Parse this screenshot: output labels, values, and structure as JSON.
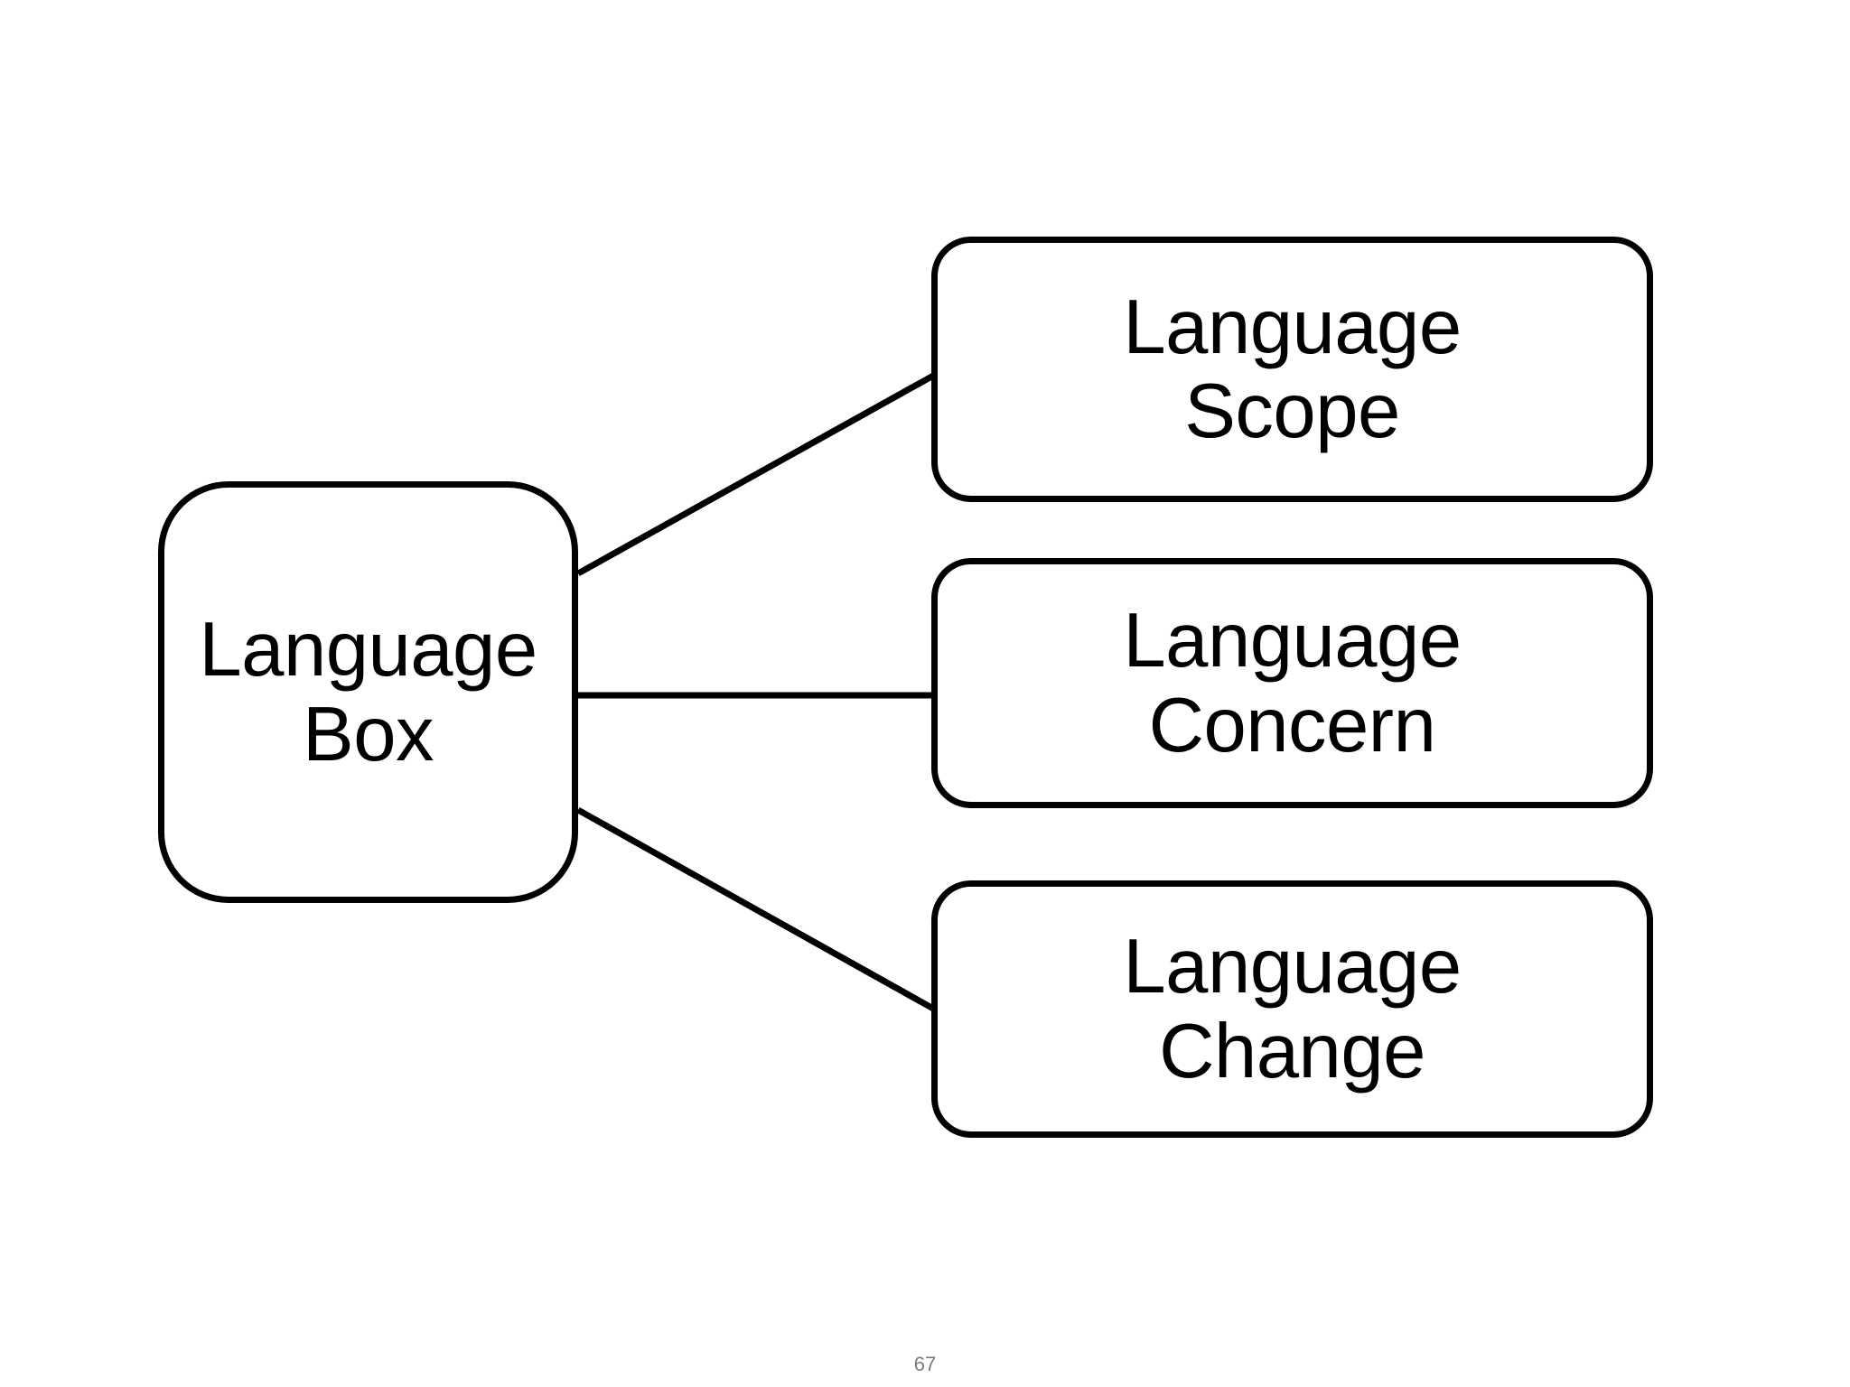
{
  "slide": {
    "background_color": "#ffffff",
    "stroke_color": "#000000",
    "text_color": "#000000",
    "page_number": "67",
    "page_number_color": "#7b7b7b"
  },
  "diagram": {
    "type": "node-link-tree",
    "root": {
      "id": "language-box",
      "label": "Language\nBox",
      "shape": "rounded-square"
    },
    "children": [
      {
        "id": "language-scope",
        "label": "Language\nScope",
        "shape": "rounded-rectangle"
      },
      {
        "id": "language-concern",
        "label": "Language\nConcern",
        "shape": "rounded-rectangle"
      },
      {
        "id": "language-change",
        "label": "Language\nChange",
        "shape": "rounded-rectangle"
      }
    ],
    "edges": [
      {
        "from": "language-box",
        "to": "language-scope",
        "style": "straight-line"
      },
      {
        "from": "language-box",
        "to": "language-concern",
        "style": "straight-line"
      },
      {
        "from": "language-box",
        "to": "language-change",
        "style": "straight-line"
      }
    ]
  }
}
